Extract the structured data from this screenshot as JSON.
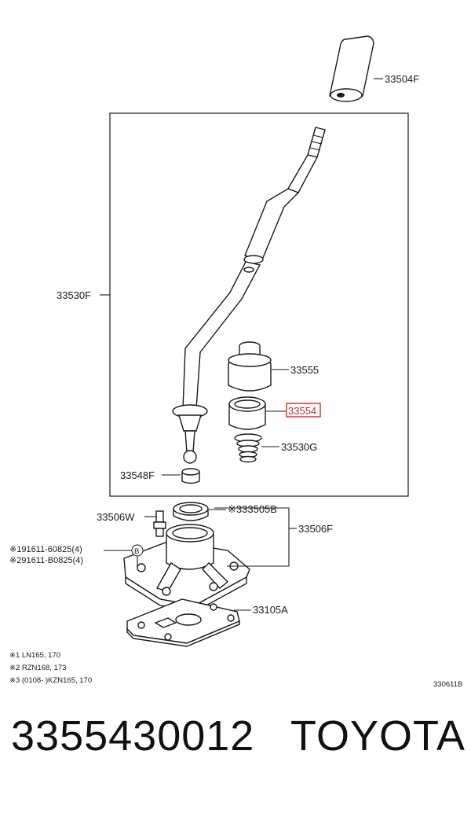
{
  "callouts": {
    "knob": "33504F",
    "lever": "33530F",
    "boot_upper": "33555",
    "bushing": "33554",
    "spring": "33530G",
    "ball_seat": "33548F",
    "pin": "33506W",
    "retainer": "※333505B",
    "housing": "33506F",
    "bolt_1": "※191611-60825(4)",
    "bolt_2": "※291611-B0825(4)",
    "gasket": "33105A",
    "bolt_marker": "B"
  },
  "highlight_color": "#d9262c",
  "notes": [
    "※1  LN165, 170",
    "※2  RZN168, 173",
    "※3  (0108-          )KZN165, 170"
  ],
  "figure_code": "330611B",
  "footer": {
    "part_number": "3355430012",
    "brand": "TOYOTA"
  }
}
